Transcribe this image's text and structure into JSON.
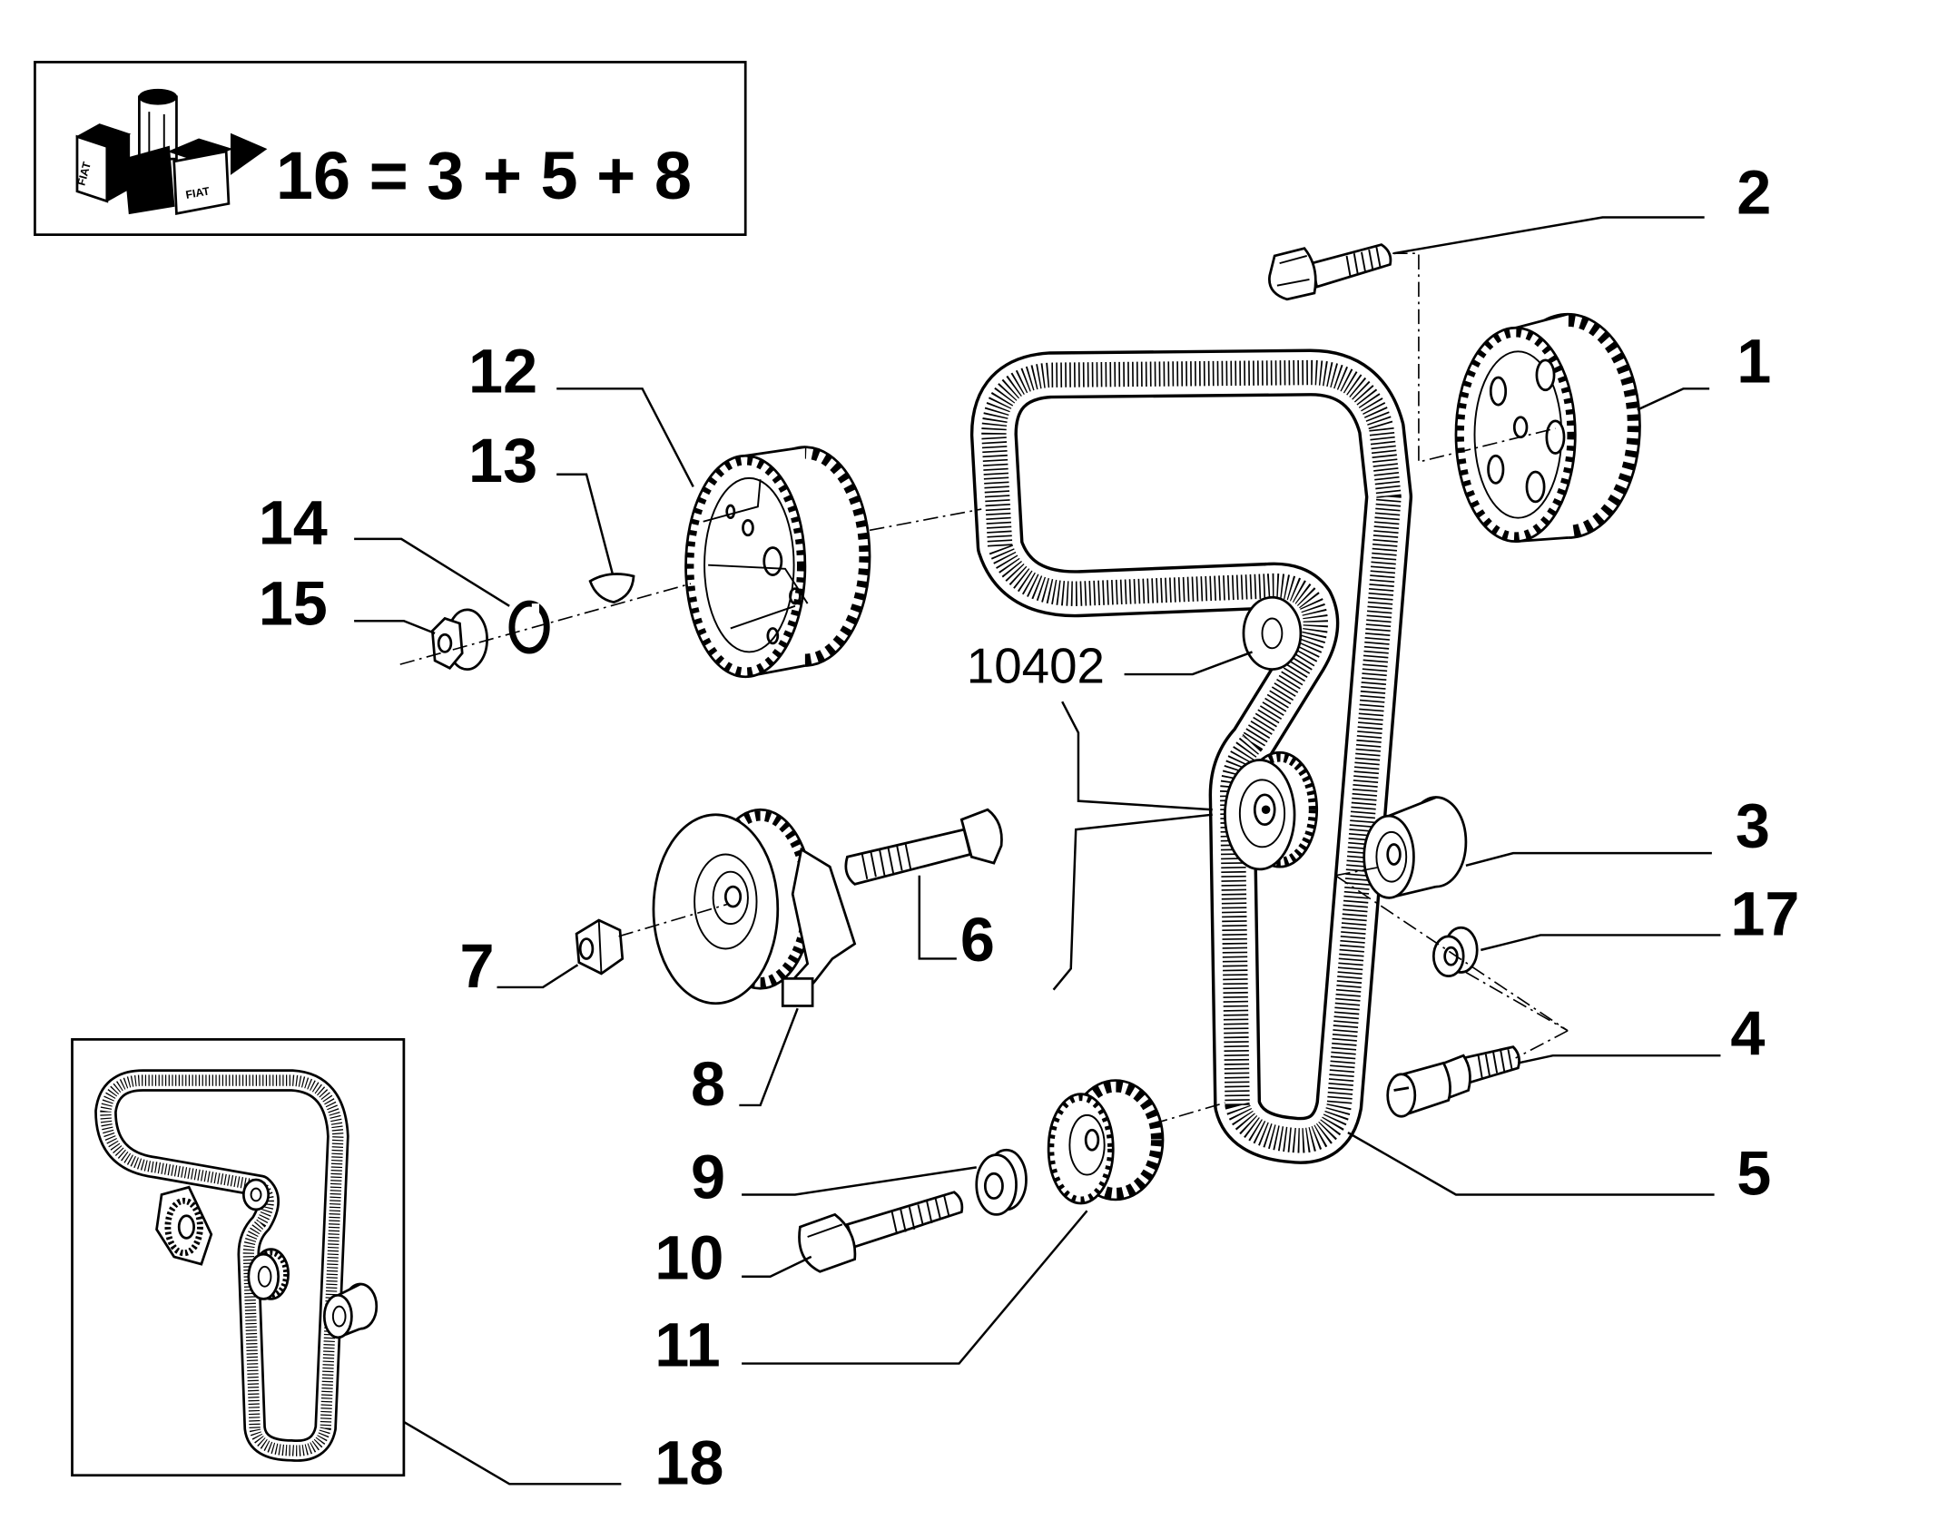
{
  "kit": {
    "equation": "16 = 3 + 5 + 8",
    "brand": "FIAT"
  },
  "callouts": {
    "p1": "1",
    "p2": "2",
    "p3": "3",
    "p4": "4",
    "p5": "5",
    "p6": "6",
    "p7": "7",
    "p8": "8",
    "p9": "9",
    "p10": "10",
    "p11": "11",
    "p12": "12",
    "p13": "13",
    "p14": "14",
    "p15": "15",
    "p17": "17",
    "p18": "18",
    "assembly": "10402"
  },
  "colors": {
    "ink": "#000000",
    "paper": "#ffffff"
  }
}
